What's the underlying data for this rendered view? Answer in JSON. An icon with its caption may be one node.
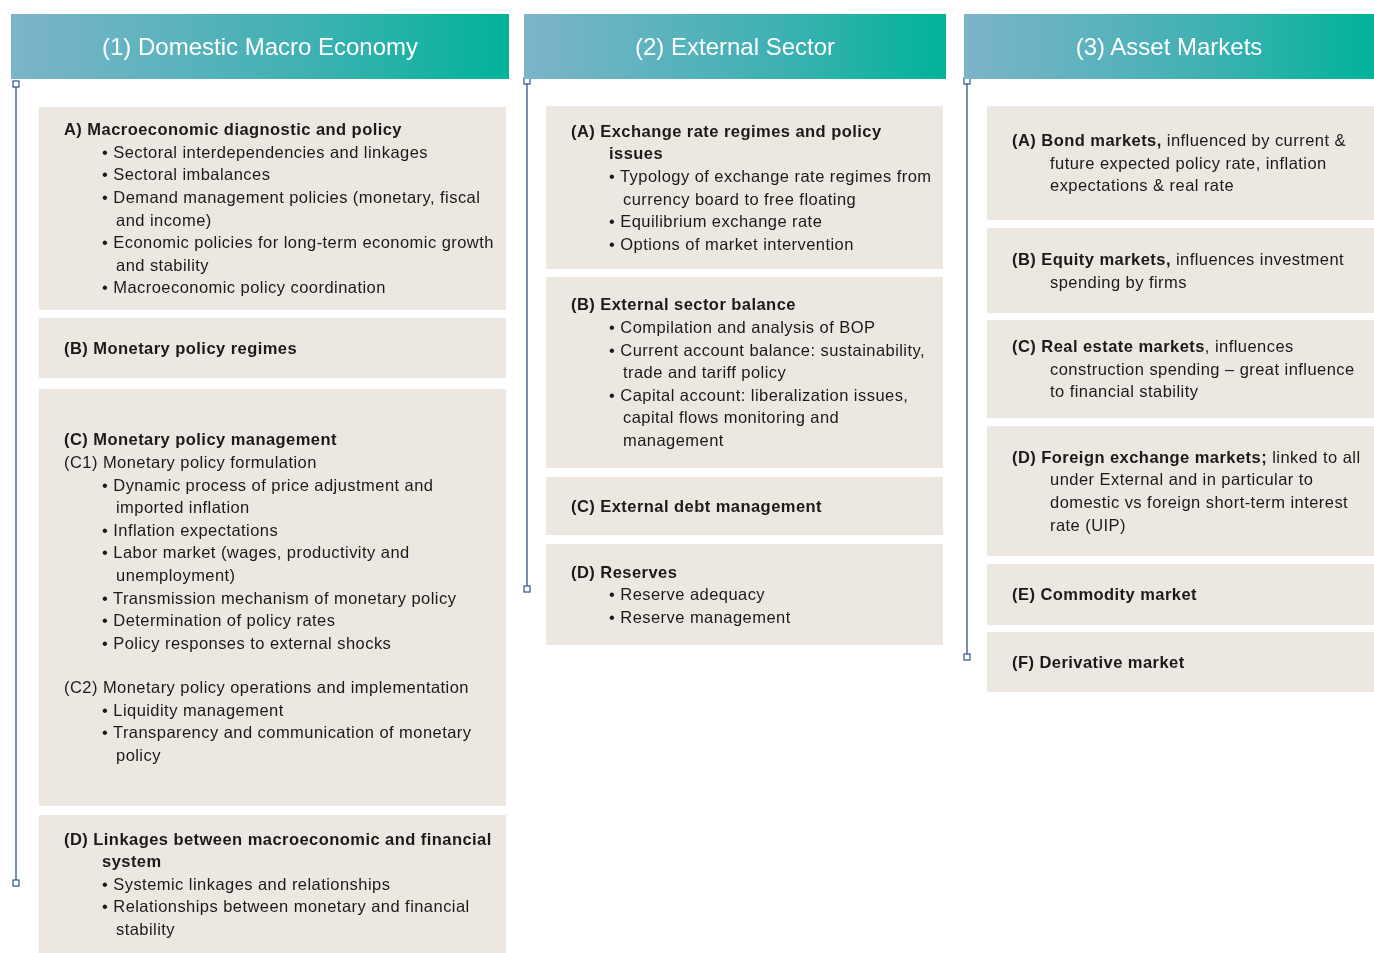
{
  "diagram": {
    "nodes": [
      {
        "text": [
          "(1) Domestic Macro Economy"
        ]
      },
      {
        "text": [
          "A)  Macroeconomic diagnostic and policy",
          "• Sectoral interdependencies and linkages",
          "• Sectoral imbalances",
          "• Demand management policies (monetary, fiscal and income)",
          "• Economic policies for long-term economic growth and stability",
          "• Macroeconomic policy coordination"
        ]
      },
      {
        "text": [
          "(B) Monetary policy regimes"
        ]
      },
      {
        "text": [
          "(C)  Monetary policy management",
          "(C1) Monetary policy formulation",
          "• Dynamic process of price adjustment and imported inflation",
          "• Inflation expectations",
          "• Labor market (wages, productivity and unemployment)",
          "• Transmission mechanism of monetary policy",
          "• Determination of policy rates",
          "• Policy responses to external shocks",
          "(C2) Monetary policy operations and implementation",
          "• Liquidity management",
          "• Transparency and communication of monetary policy"
        ]
      },
      {
        "text": [
          "(D) Linkages between macroeconomic and financial system",
          "• Systemic linkages and relationships",
          "• Relationships between monetary and financial stability"
        ]
      },
      {
        "text": [
          "(2) External Sector"
        ]
      },
      {
        "text": [
          "(A) Exchange rate regimes and policy issues",
          "• Typology of exchange rate regimes from currency board to free floating",
          "• Equilibrium exchange rate",
          "• Options of market intervention"
        ]
      },
      {
        "text": [
          "(B) External sector balance",
          "• Compilation and analysis of BOP",
          "• Current account balance: sustainability, trade and tariff policy",
          "• Capital account: liberalization issues, capital flows monitoring and management"
        ]
      },
      {
        "text": [
          "(C)  External debt management"
        ]
      },
      {
        "text": [
          "(D) Reserves",
          "• Reserve adequacy",
          "• Reserve management"
        ]
      },
      {
        "text": [
          "(3) Asset Markets"
        ]
      },
      {
        "text": [
          "**(A) Bond markets,** influenced by current & future expected policy rate, inflation expectations & real rate"
        ]
      },
      {
        "text": [
          "**(B) Equity markets,** influences investment spending by firms"
        ]
      },
      {
        "text": [
          "**(C) Real estate markets**, influences construction spending  – great influence to financial stability"
        ]
      },
      {
        "text": [
          "**(D) Foreign exchange markets;** linked to all under External and in particular to domestic vs foreign short-term interest rate (UIP)"
        ]
      },
      {
        "text": [
          "(E) Commodity market"
        ]
      },
      {
        "text": [
          "(F) Derivative market"
        ]
      }
    ]
  }
}
